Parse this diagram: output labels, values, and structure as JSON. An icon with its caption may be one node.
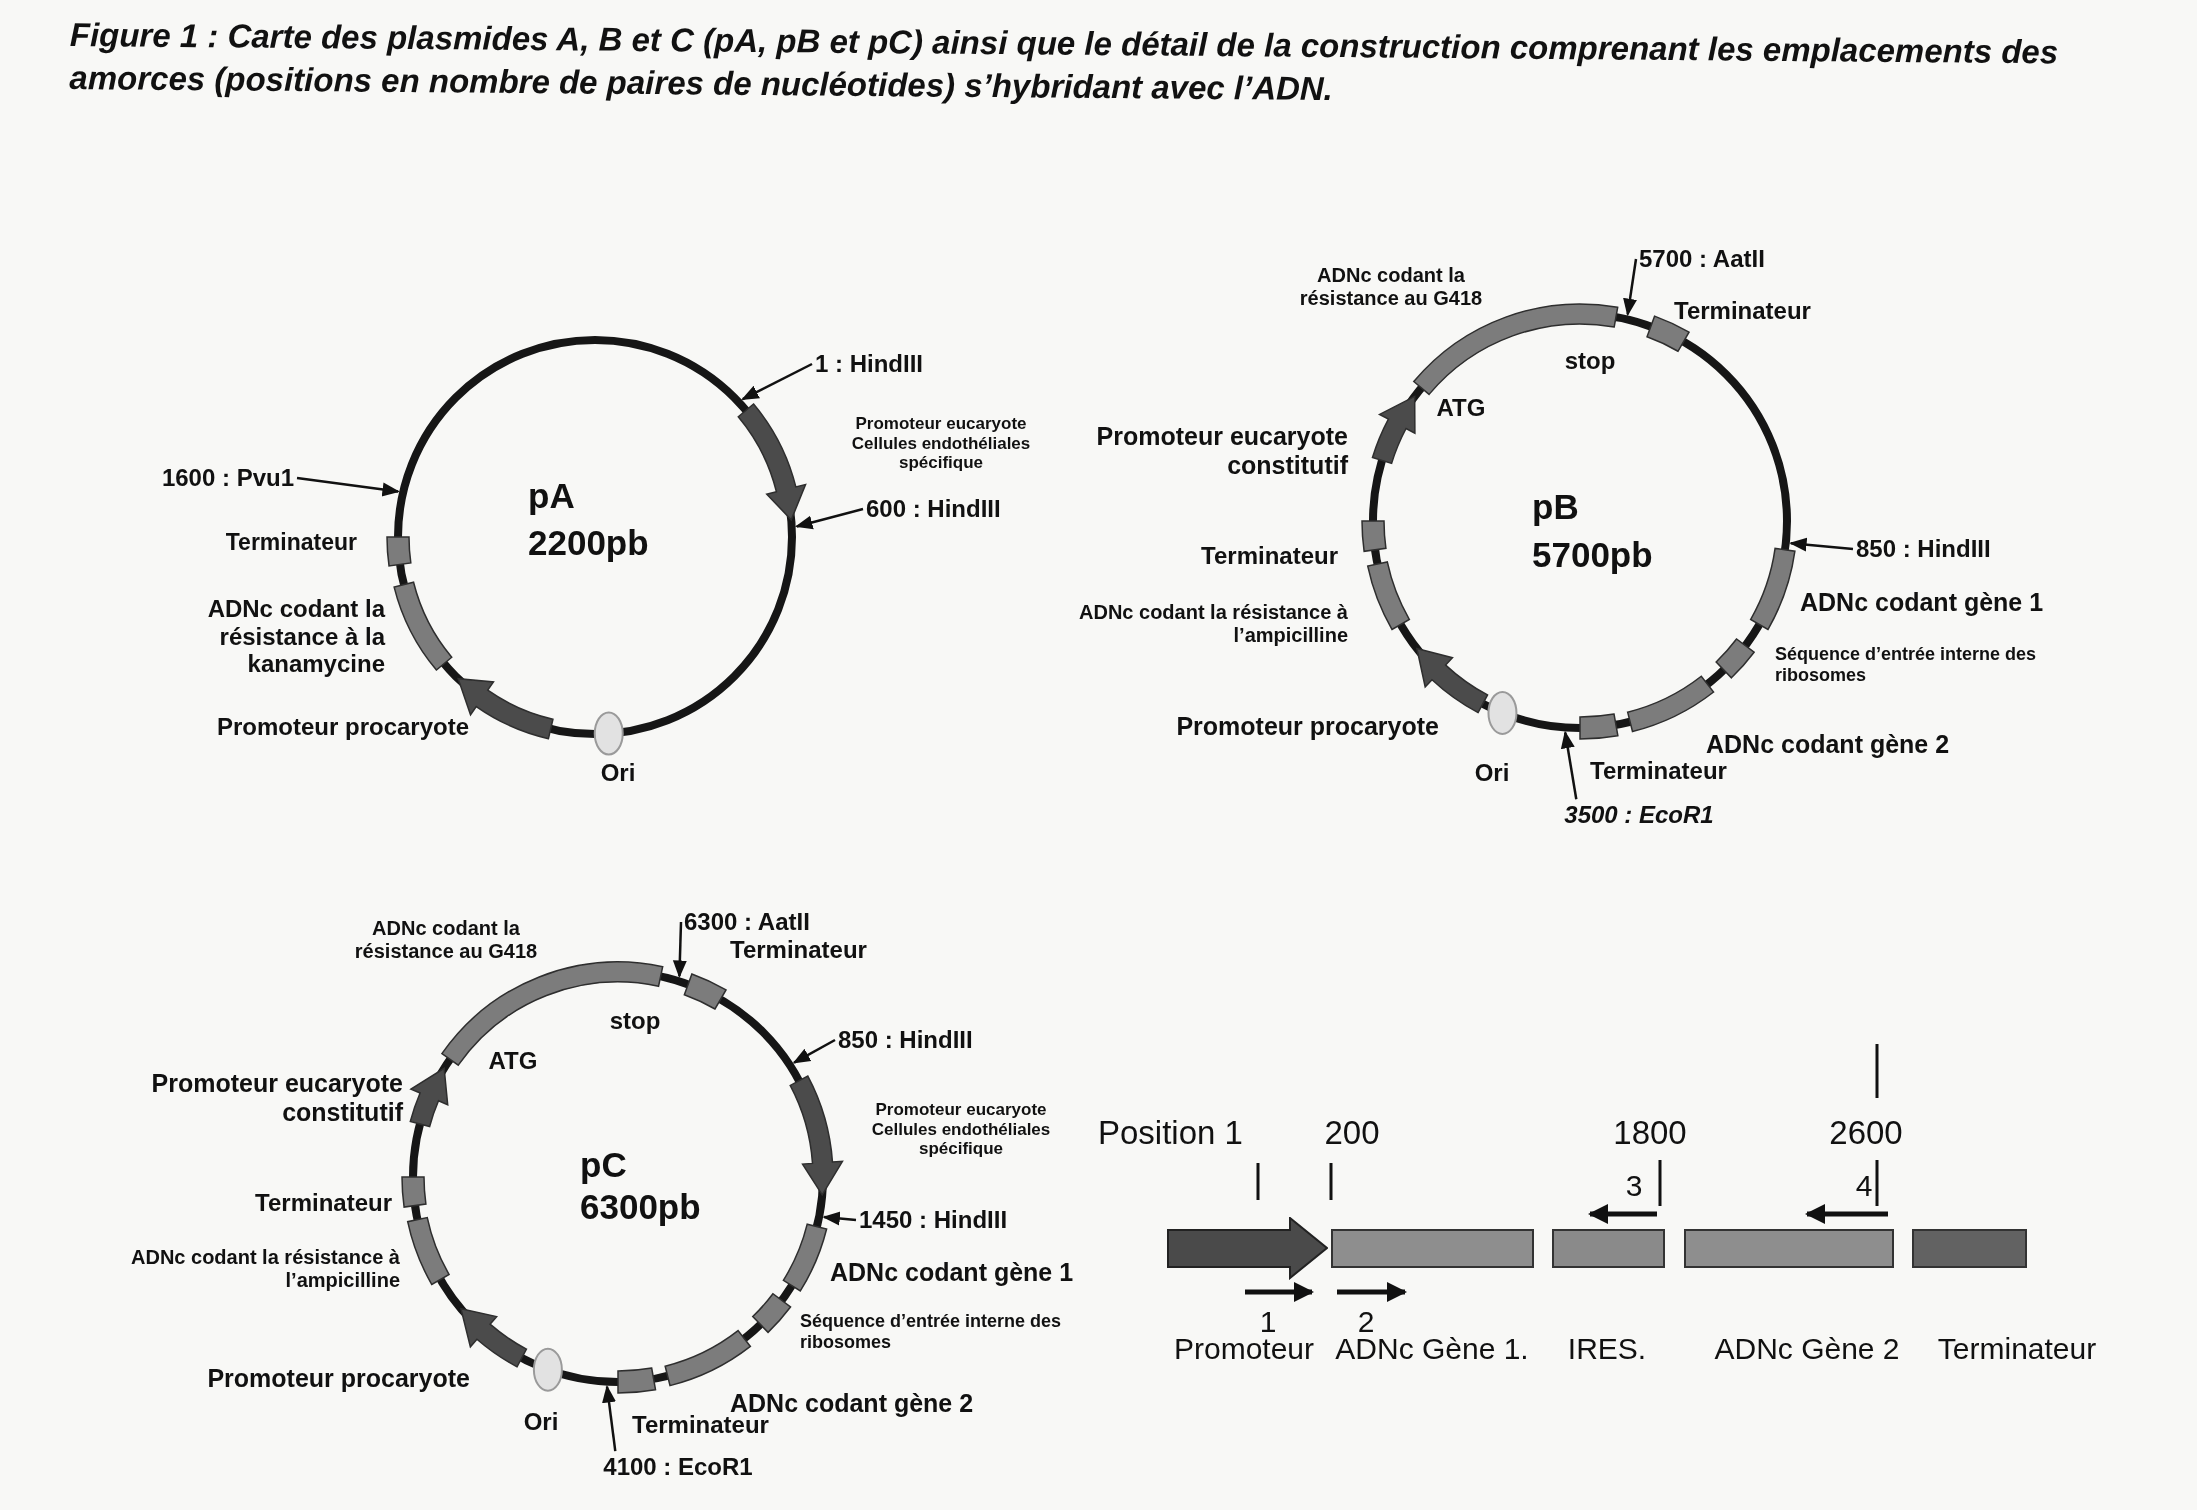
{
  "diagram": {
    "title": "Figure 1 : Carte des plasmides A, B et C (pA, pB et pC) ainsi que le détail de la construction comprenant les emplacements des amorces (positions en nombre de paires de nucléotides) s’hybridant avec l’ADN.",
    "nodes": [
      {
        "text": [
          "pA",
          "2200pb"
        ]
      },
      {
        "text": [
          "1 : HindIII"
        ]
      },
      {
        "text": [
          "600 : HindIII"
        ]
      },
      {
        "text": [
          "1600 : Pvu1"
        ]
      },
      {
        "text": [
          "pB",
          "5700pb"
        ]
      },
      {
        "text": [
          "5700 : AatII"
        ]
      },
      {
        "text": [
          "850 : HindIII"
        ]
      },
      {
        "text": [
          "3500 : EcoR1"
        ]
      },
      {
        "text": [
          "pC",
          "6300pb"
        ]
      },
      {
        "text": [
          "6300 : AatII"
        ]
      },
      {
        "text": [
          "850 : HindIII"
        ]
      },
      {
        "text": [
          "1450 : HindIII"
        ]
      },
      {
        "text": [
          "4100 : EcoR1"
        ]
      },
      {
        "text": [
          "Promoteur"
        ]
      },
      {
        "text": [
          "ADNc Gène 1."
        ]
      },
      {
        "text": [
          "IRES."
        ]
      },
      {
        "text": [
          "ADNc Gène 2"
        ]
      },
      {
        "text": [
          "Terminateur"
        ]
      }
    ],
    "edges": [
      {
        "from": 1,
        "to": 0,
        "arrow": "to"
      },
      {
        "from": 2,
        "to": 0,
        "arrow": "to"
      },
      {
        "from": 3,
        "to": 0,
        "arrow": "to"
      },
      {
        "from": 5,
        "to": 4,
        "arrow": "to"
      },
      {
        "from": 6,
        "to": 4,
        "arrow": "to"
      },
      {
        "from": 7,
        "to": 4,
        "arrow": "to"
      },
      {
        "from": 9,
        "to": 8,
        "arrow": "to"
      },
      {
        "from": 10,
        "to": 8,
        "arrow": "to"
      },
      {
        "from": 11,
        "to": 8,
        "arrow": "to"
      },
      {
        "from": 12,
        "to": 8,
        "arrow": "to"
      }
    ],
    "labels": [
      "Promoteur eucaryote Cellules endothéliales spécifique",
      "Terminateur",
      "ADNc codant la résistance à la kanamycine",
      "Promoteur procaryote",
      "Ori",
      "ADNc codant la résistance au G418",
      "Terminateur",
      "stop",
      "ATG",
      "Promoteur eucaryote constitutif",
      "Terminateur",
      "ADNc codant la résistance à l’ampicilline",
      "ADNc codant gène 1",
      "Séquence d’entrée interne des ribosomes",
      "Promoteur procaryote",
      "ADNc codant gène 2",
      "Ori",
      "Terminateur",
      "ADNc codant la résistance au G418",
      "Terminateur",
      "stop",
      "ATG",
      "Promoteur eucaryote constitutif",
      "Promoteur eucaryote Cellules endothéliales spécifique",
      "Terminateur",
      "ADNc codant la résistance à l’ampicilline",
      "ADNc codant gène 1",
      "Séquence d’entrée interne des ribosomes",
      "Promoteur procaryote",
      "ADNc codant gène 2",
      "Ori",
      "Terminateur",
      "Position 1",
      "200",
      "1800",
      "2600",
      "3",
      "4",
      "1",
      "2"
    ]
  }
}
